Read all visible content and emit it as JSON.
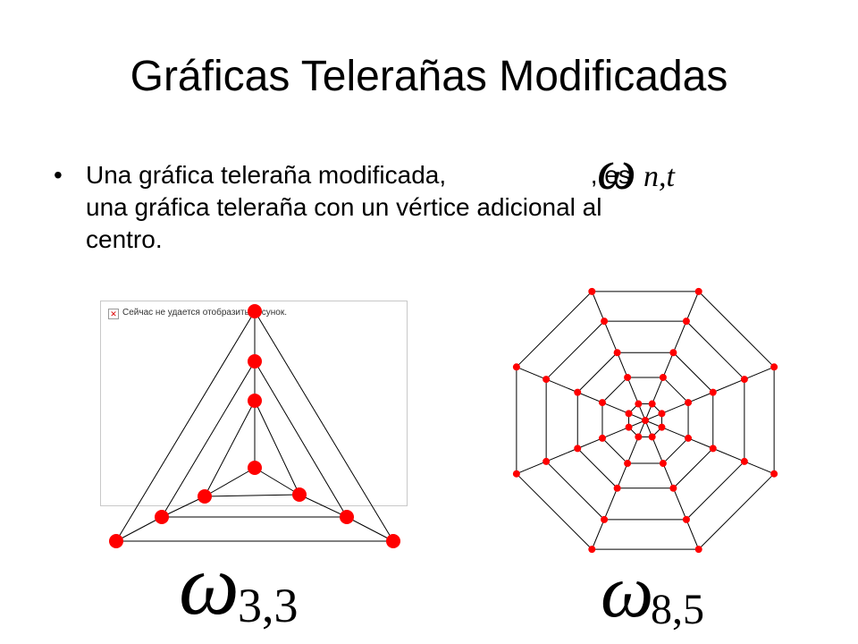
{
  "slide": {
    "title": "Gráficas Telerañas Modificadas",
    "bullet": {
      "line1a": "Una gráfica teleraña modificada,",
      "line1b": ", es",
      "line2": "una gráfica teleraña con un vértice adicional al",
      "line3": "centro.",
      "symbol": "ω",
      "symbol_sub": "n,t"
    },
    "broken_image": {
      "message": "Сейчас не удается отобразить рисунок."
    },
    "figure1": {
      "symbol": "ω",
      "sub": "3,3",
      "n": 3,
      "t": 3
    },
    "figure2": {
      "symbol": "ω",
      "sub": "8,5",
      "n": 8,
      "t": 5
    },
    "colors": {
      "vertex": "#ff0000",
      "edge": "#000000"
    }
  }
}
